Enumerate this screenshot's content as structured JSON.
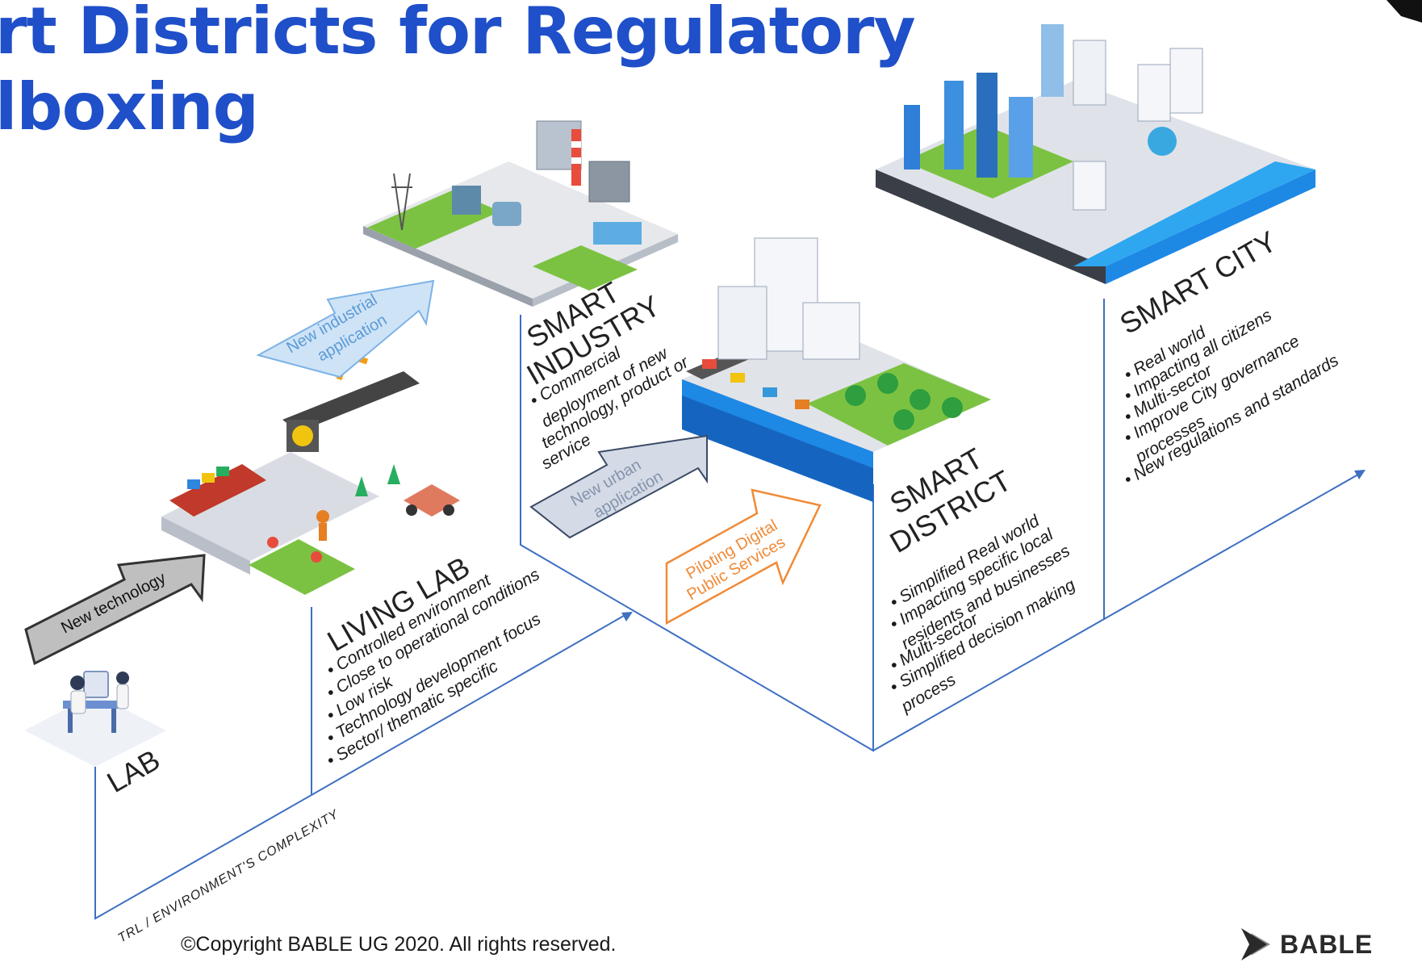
{
  "title": {
    "line1": "rt Districts for Regulatory",
    "line2": "lboxing"
  },
  "stages": [
    {
      "label": "LAB",
      "bullets": []
    },
    {
      "label": "LIVING LAB",
      "bullets": [
        "Controlled environment",
        "Close to operational conditions",
        "Low risk",
        "Technology development focus",
        "Sector/ thematic specific"
      ]
    },
    {
      "label_line1": "SMART",
      "label_line2": "INDUSTRY",
      "bullets": [
        "Commercial",
        "deployment of new",
        "technology, product or",
        "service"
      ]
    },
    {
      "label_line1": "SMART",
      "label_line2": "DISTRICT",
      "bullets": [
        "Simplified Real world",
        "Impacting specific local",
        "residents and businesses",
        "Multi-sector",
        "Simplified decision making",
        "process"
      ]
    },
    {
      "label": "SMART CITY",
      "bullets": [
        "Real world",
        "Impacting all citizens",
        "Multi-sector",
        "Improve City governance",
        "processes",
        "New regulations and standards"
      ]
    }
  ],
  "arrows": {
    "new_technology": "New technology",
    "new_industrial_line1": "New industrial",
    "new_industrial_line2": "application",
    "new_urban_line1": "New urban",
    "new_urban_line2": "application",
    "piloting_line1": "Piloting Digital",
    "piloting_line2": "Public Services"
  },
  "axis_label": "TRL / ENVIRONMENT'S COMPLEXITY",
  "footer": "©Copyright BABLE UG 2020. All rights reserved.",
  "logo_text": "BABLE",
  "colors": {
    "title": "#1f4fc9",
    "axis_lines": "#3e6fc2",
    "arrow_gray": "#bfbfbf",
    "arrow_light_blue": "#cfe3f7",
    "arrow_slate": "#d4dbe6",
    "arrow_orange": "#f08a36",
    "grass": "#7cc242",
    "water": "#1aa3e8"
  },
  "icons": [
    "lab-scene-icon",
    "living-lab-scene-icon",
    "industry-scene-icon",
    "district-scene-icon",
    "city-scene-icon",
    "bable-logo-icon"
  ]
}
